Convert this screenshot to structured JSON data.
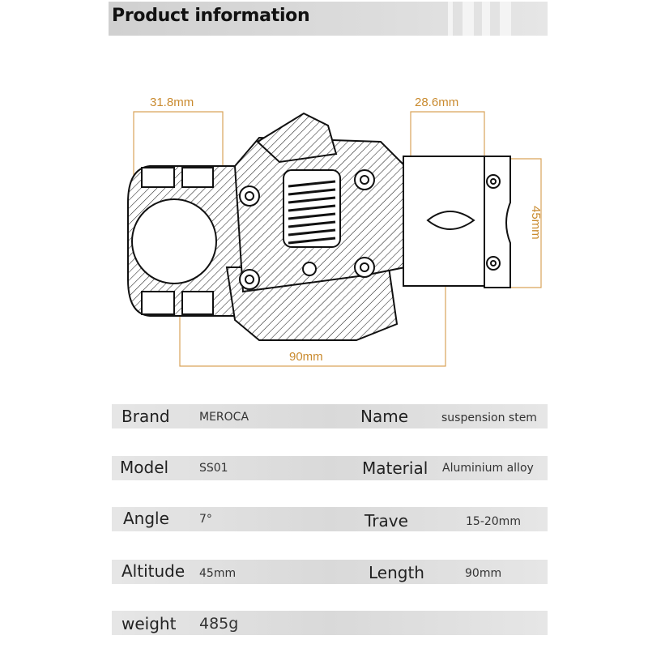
{
  "header": {
    "title": "Product information"
  },
  "dimensions": {
    "clamp_diameter": "31.8mm",
    "steerer_diameter": "28.6mm",
    "height": "45mm",
    "length": "90mm"
  },
  "specs": [
    {
      "label": "Brand",
      "value": "MEROCA",
      "label2": "Name",
      "value2": "suspension stem"
    },
    {
      "label": "Model",
      "value": "SS01",
      "label2": "Material",
      "value2": "Aluminium alloy"
    },
    {
      "label": "Angle",
      "value": "7°",
      "label2": "Trave",
      "value2": "15-20mm"
    },
    {
      "label": "Altitude",
      "value": "45mm",
      "label2": "Length",
      "value2": "90mm"
    },
    {
      "label": "weight",
      "value": "485g"
    }
  ]
}
